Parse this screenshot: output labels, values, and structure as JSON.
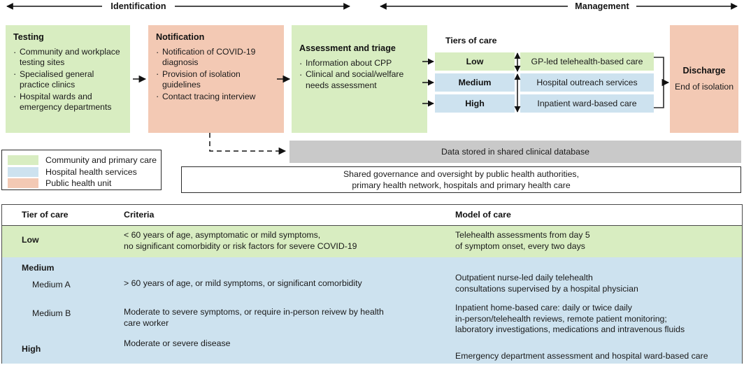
{
  "phases": [
    {
      "label": "Identification"
    },
    {
      "label": "Management"
    }
  ],
  "colors": {
    "community_primary_care": "#d8edc1",
    "hospital_health_services": "#cde2ef",
    "public_health_unit": "#f3c9b4",
    "shared_database": "#c9c9c9"
  },
  "flow": {
    "testing": {
      "title": "Testing",
      "items": [
        "Community and workplace testing sites",
        "Specialised general practice clinics",
        "Hospital wards and emergency departments"
      ]
    },
    "notification": {
      "title": "Notification",
      "items": [
        "Notification of COVID-19 diagnosis",
        "Provision of isolation guidelines",
        "Contact tracing interview"
      ]
    },
    "assessment": {
      "title": "Assessment and triage",
      "items": [
        "Information about CPP",
        "Clinical and social/welfare needs assessment"
      ]
    },
    "discharge": {
      "title": "Discharge",
      "subtitle": "End of\nisolation"
    }
  },
  "tiers": {
    "caption": "Tiers of care",
    "levels": [
      {
        "label": "Low",
        "color": "green"
      },
      {
        "label": "Medium",
        "color": "blue"
      },
      {
        "label": "High",
        "color": "blue"
      }
    ],
    "models": [
      {
        "label": "GP-led telehealth-based care",
        "color": "green"
      },
      {
        "label": "Hospital outreach services",
        "color": "blue"
      },
      {
        "label": "Inpatient ward-based care",
        "color": "blue"
      }
    ]
  },
  "legend": {
    "items": [
      {
        "swatch": "green",
        "label": "Community and primary care"
      },
      {
        "swatch": "blue",
        "label": "Hospital health services"
      },
      {
        "swatch": "salmon",
        "label": "Public health unit"
      }
    ]
  },
  "banners": {
    "database": "Data stored in shared clinical database",
    "governance_line1": "Shared governance and oversight by public health authorities,",
    "governance_line2": "primary health network, hospitals and primary health care"
  },
  "table": {
    "headers": [
      "Tier of care",
      "Criteria",
      "Model of care"
    ],
    "rows": [
      {
        "band": "green",
        "tier": "Low",
        "tier_bold": true,
        "tier_indent": false,
        "criteria": "< 60 years of age, asymptomatic or mild symptoms,\nno significant comorbidity or risk factors for severe COVID-19",
        "model": "Telehealth assessments from day 5\nof symptom onset, every two days"
      },
      {
        "band": "blue",
        "tier": "Medium",
        "tier_bold": true,
        "tier_indent": false,
        "criteria": "",
        "model": ""
      },
      {
        "band": "blue",
        "tier": "Medium A",
        "tier_bold": false,
        "tier_indent": true,
        "criteria": "> 60 years of age, or mild symptoms, or significant comorbidity",
        "model": "Outpatient nurse-led daily telehealth\nconsultations supervised by a hospital physician"
      },
      {
        "band": "blue",
        "tier": "Medium B",
        "tier_bold": false,
        "tier_indent": true,
        "criteria": "Moderate to severe symptoms, or require in-person reivew by health\ncare worker",
        "model": "Inpatient home-based care: daily or twice daily\nin-person/telehealth reviews, remote patient monitoring;\nlaboratory investigations, medications and intravenous fluids"
      },
      {
        "band": "blue",
        "tier": "High",
        "tier_bold": true,
        "tier_indent": false,
        "criteria": "Moderate or severe disease",
        "model": "Emergency department assessment and hospital ward-based care"
      }
    ]
  }
}
